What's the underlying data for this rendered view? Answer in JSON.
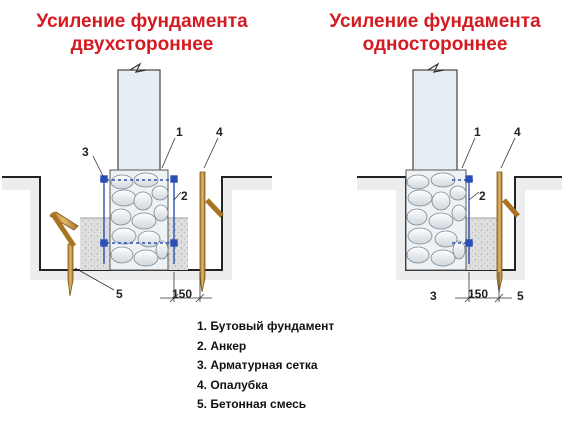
{
  "titles": {
    "left": [
      "Усиление фундамента",
      "двухстороннее"
    ],
    "right": [
      "Усиление фундамента",
      "одностороннее"
    ]
  },
  "callouts": {
    "left": {
      "c1": "1",
      "c2": "2",
      "c3": "3",
      "c4": "4",
      "c5": "5",
      "dim": "150"
    },
    "right": {
      "c1": "1",
      "c2": "2",
      "c3": "3",
      "c4": "4",
      "c5": "5",
      "dim": "150"
    }
  },
  "legend": [
    "1. Бутовый фундамент",
    "2. Анкер",
    "3. Арматурная сетка",
    "4. Опалубка",
    "5. Бетонная смесь"
  ],
  "colors": {
    "title": "#d41b22",
    "soil": "#e6e6e6",
    "concrete": "#d9d9d9",
    "wall": "#e4ecf2",
    "formwork": "#c79a45",
    "rebar": "#2a4fb5"
  }
}
